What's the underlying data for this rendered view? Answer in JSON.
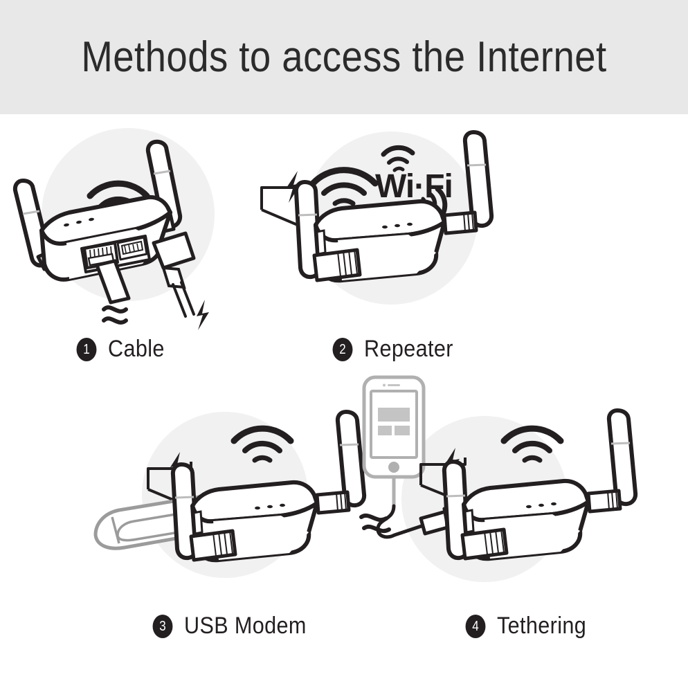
{
  "header": {
    "title": "Methods to access the Internet",
    "band_color": "#e8e8e8",
    "title_color": "#2b2b2b"
  },
  "theme": {
    "ink": "#231f20",
    "secondary_ink": "#9b9b9b",
    "halo": "#f1f1f1",
    "page_background": "#ffffff"
  },
  "methods": [
    {
      "number": "1",
      "label": "Cable",
      "icons": [
        "router-icon",
        "wifi-signal-icon",
        "ethernet-cable-icon",
        "power-plug-icon",
        "lightning-bolt-icon"
      ]
    },
    {
      "number": "2",
      "label": "Repeater",
      "wifi_wordmark": "Wi·Fi",
      "icons": [
        "router-icon",
        "wifi-signal-icon",
        "wifi-logo-icon",
        "power-cord-icon",
        "lightning-bolt-icon"
      ]
    },
    {
      "number": "3",
      "label": "USB Modem",
      "icons": [
        "router-icon",
        "wifi-signal-icon",
        "usb-dongle-icon",
        "power-cord-icon",
        "lightning-bolt-icon"
      ]
    },
    {
      "number": "4",
      "label": "Tethering",
      "icons": [
        "router-icon",
        "wifi-signal-icon",
        "smartphone-icon",
        "usb-cable-icon",
        "power-cord-icon",
        "lightning-bolt-icon"
      ]
    }
  ]
}
